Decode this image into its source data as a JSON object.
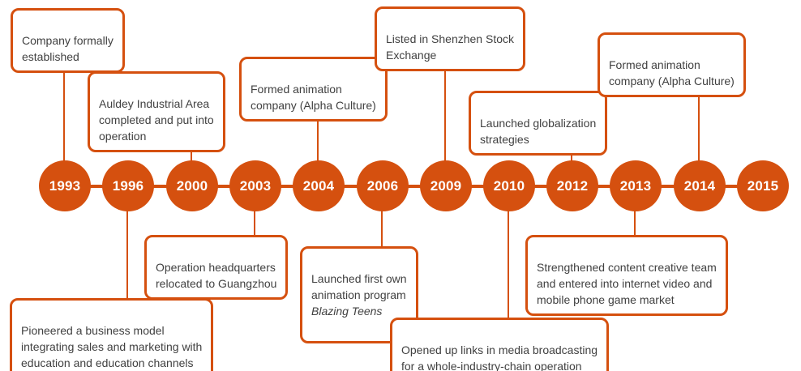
{
  "colors": {
    "accent": "#D5500F",
    "box_border": "#D5500F",
    "box_background": "#FFFFFF",
    "box_text": "#414141",
    "year_text": "#FFFFFF"
  },
  "chart_data": {
    "type": "table",
    "title": "",
    "categories": [
      "1993",
      "1996",
      "2000",
      "2003",
      "2004",
      "2006",
      "2009",
      "2010",
      "2012",
      "2013",
      "2014",
      "2015"
    ]
  },
  "events": [
    {
      "year": "1993",
      "side": "top",
      "label": "Company formally\nestablished"
    },
    {
      "year": "1996",
      "side": "bottom",
      "label": "Pioneered a business model\nintegrating sales and marketing with\neducation and education channels"
    },
    {
      "year": "2000",
      "side": "top",
      "label": "Auldey Industrial Area\ncompleted and put into\noperation"
    },
    {
      "year": "2003",
      "side": "bottom",
      "label": "Operation headquarters\nrelocated to Guangzhou"
    },
    {
      "year": "2004",
      "side": "top",
      "label": "Formed animation\ncompany (Alpha Culture)"
    },
    {
      "year": "2006",
      "side": "bottom",
      "label": "Launched first own\nanimation program",
      "label_italic": "Blazing Teens"
    },
    {
      "year": "2009",
      "side": "top",
      "label": "Listed in Shenzhen Stock\nExchange"
    },
    {
      "year": "2010",
      "side": "bottom",
      "label": "Opened up links in media broadcasting\nfor a whole-industry-chain operation"
    },
    {
      "year": "2012",
      "side": "top",
      "label": "Launched globalization\nstrategies"
    },
    {
      "year": "2013",
      "side": "bottom",
      "label": "Strengthened content creative team\nand entered into internet video and\nmobile phone game market"
    },
    {
      "year": "2014",
      "side": "top",
      "label": "Formed animation\ncompany (Alpha Culture)"
    },
    {
      "year": "2015",
      "side": "none",
      "label": ""
    }
  ]
}
